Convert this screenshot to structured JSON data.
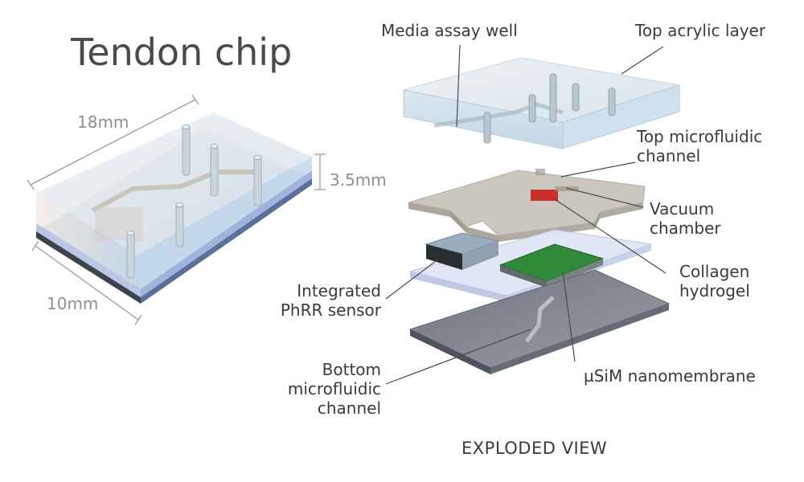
{
  "title": "Tendon chip",
  "caption": "EXPLODED VIEW",
  "dimensions": {
    "length": "18mm",
    "width": "10mm",
    "height": "3.5mm"
  },
  "labels": {
    "media_assay_well": "Media assay well",
    "top_acrylic_layer": "Top acrylic layer",
    "top_microfluidic_channel": [
      "Top microfluidic",
      "channel"
    ],
    "vacuum_chamber": [
      "Vacuum",
      "chamber"
    ],
    "collagen_hydrogel": [
      "Collagen",
      "hydrogel"
    ],
    "integrated_phrr_sensor": [
      "Integrated",
      "PhRR sensor"
    ],
    "bottom_microfluidic_channel": [
      "Bottom",
      "microfluidic",
      "channel"
    ],
    "usim_nanomembrane": "µSiM nanomembrane"
  },
  "colors": {
    "acrylic": "#cfe0ec",
    "acrylic_edge": "#a9c3d6",
    "channel_layer": "#c9c4bc",
    "membrane_frame": "#d4dcf0",
    "bottom_layer": "#787d88",
    "collagen": "#c9302c",
    "sensor_chip": "#8ea3b5",
    "membrane_green": "#2f8a3a",
    "label_text": "#3a3a3a",
    "dimension_text": "#8e8e8e"
  }
}
